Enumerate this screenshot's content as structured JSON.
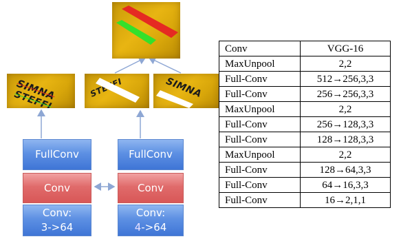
{
  "diagram": {
    "tiles": {
      "combined": {
        "labels": []
      },
      "left": {
        "labels": [
          "SIMNA",
          "STEFFI"
        ]
      },
      "middle": {
        "labels": [
          "STEFFI"
        ]
      },
      "right": {
        "labels": [
          "SIMNA"
        ]
      }
    },
    "boxes": {
      "left_fullconv": "FullConv",
      "left_conv": "Conv",
      "left_input_line1": "Conv:",
      "left_input_line2": "3->64",
      "right_fullconv": "FullConv",
      "right_conv": "Conv",
      "right_input_line1": "Conv:",
      "right_input_line2_num": "4",
      "right_input_line2_rest": "->64"
    },
    "colors": {
      "tile_yellow": "#e8b512",
      "stripe_red": "#e52a22",
      "stripe_green": "#34e02b",
      "box_blue": "#5d90e3",
      "box_red": "#e06b6b",
      "arrow": "#8ea7d4"
    }
  },
  "table": {
    "header": [
      "Conv",
      "VGG-16"
    ],
    "rows": [
      [
        "MaxUnpool",
        "2,2"
      ],
      [
        "Full-Conv",
        "512→256,3,3"
      ],
      [
        "Full-Conv",
        "256→256,3,3"
      ],
      [
        "MaxUnpool",
        "2,2"
      ],
      [
        "Full-Conv",
        "256→128,3,3"
      ],
      [
        "Full-Conv",
        "128→128,3,3"
      ],
      [
        "MaxUnpool",
        "2,2"
      ],
      [
        "Full-Conv",
        "128→64,3,3"
      ],
      [
        "Full-Conv",
        "64→16,3,3"
      ],
      [
        "Full-Conv",
        "16→2,1,1"
      ]
    ]
  }
}
